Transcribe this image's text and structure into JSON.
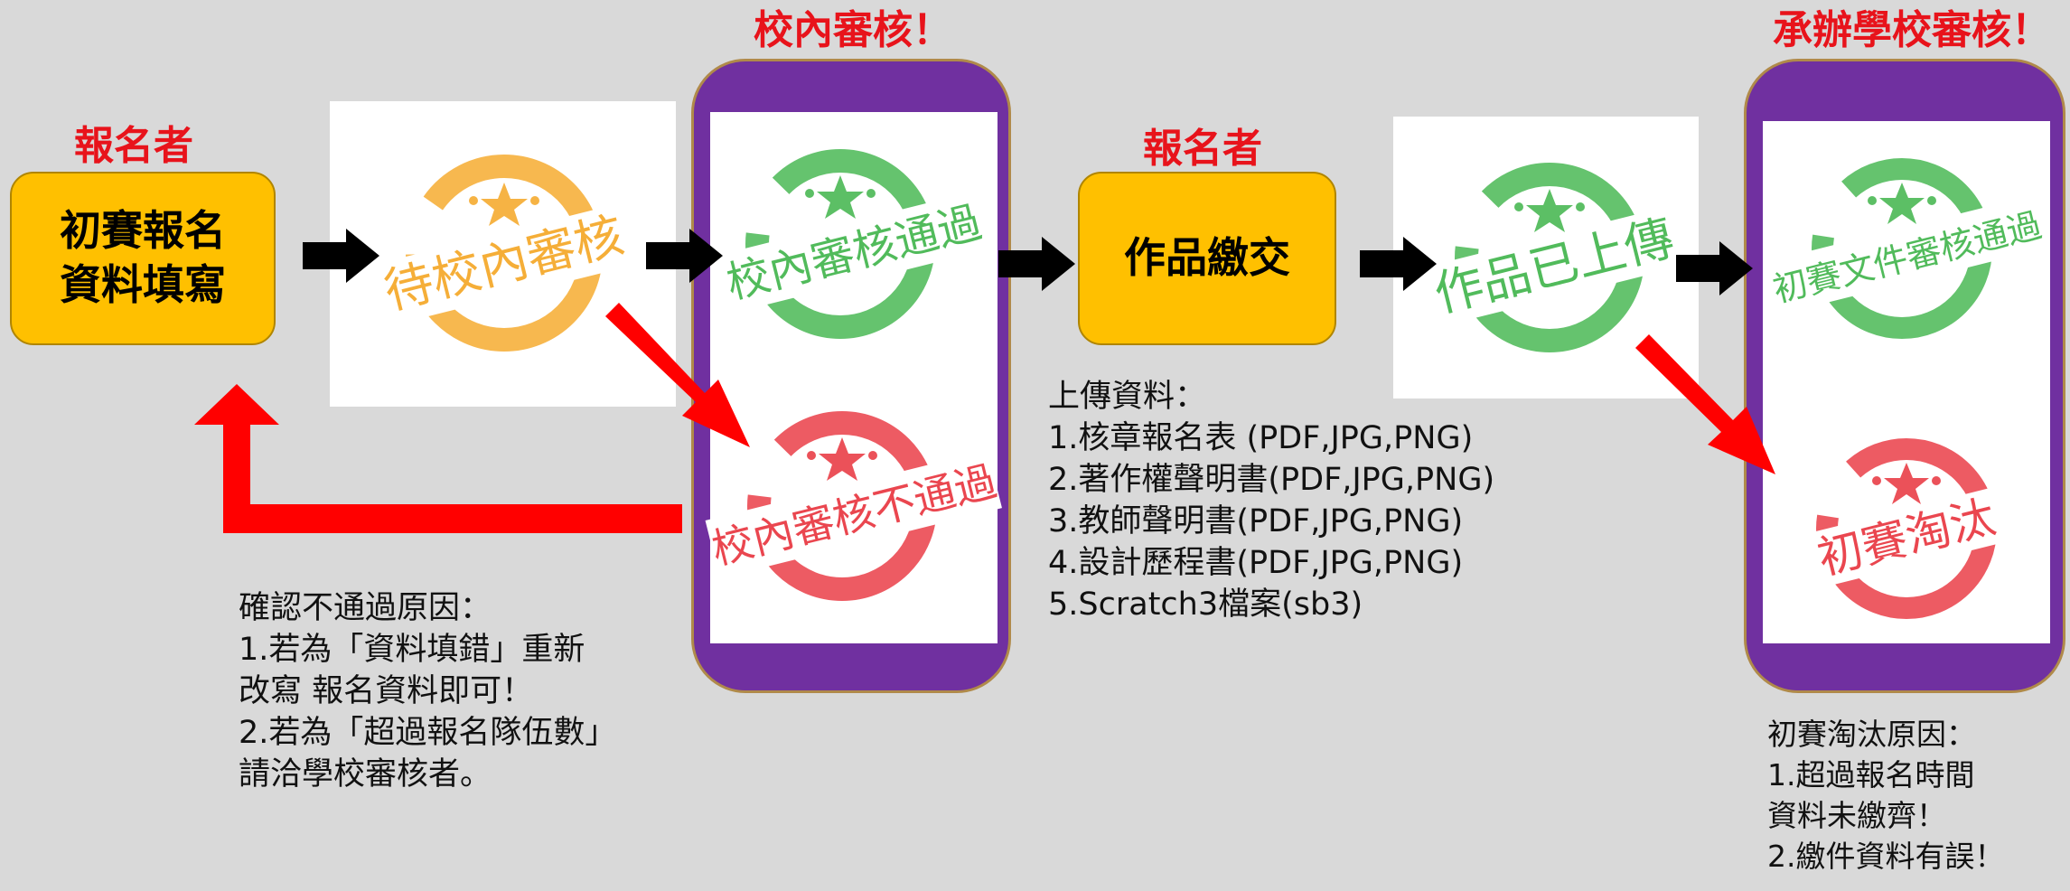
{
  "labels": {
    "registrant_1": "報名者",
    "school_review": "校內審核！",
    "registrant_2": "報名者",
    "host_review": "承辦學校審核！"
  },
  "boxes": {
    "prelim_registration": [
      "初賽報名",
      "資料填寫"
    ],
    "work_submission": "作品繳交"
  },
  "stamps": {
    "pending_school_review": "待校內審核",
    "school_review_passed": "校內審核通過",
    "school_review_failed": "校內審核不通過",
    "work_uploaded": "作品已上傳",
    "prelim_docs_passed": "初賽文件審核通過",
    "prelim_eliminated": "初賽淘汰"
  },
  "notes": {
    "fail_reasons": [
      "確認不通過原因：",
      "1.若為「資料填錯」重新",
      "改寫 報名資料即可！",
      "2.若為「超過報名隊伍數」",
      "請洽學校審核者。"
    ],
    "upload_items": [
      "上傳資料：",
      "1.核章報名表 (PDF,JPG,PNG)",
      "2.著作權聲明書(PDF,JPG,PNG)",
      "3.教師聲明書(PDF,JPG,PNG)",
      "4.設計歷程書(PDF,JPG,PNG)",
      "5.Scratch3檔案(sb3)"
    ],
    "elimination_reasons": [
      "初賽淘汰原因：",
      "1.超過報名時間",
      "資料未繳齊！",
      "2.繳件資料有誤！"
    ]
  },
  "colors": {
    "background": "#d9d9d9",
    "yellow_box": "#ffc000",
    "phone_purple": "#7030a0",
    "label_red": "#e8131b",
    "stamp_orange": "#f5a623",
    "stamp_green": "#3fb44a",
    "stamp_red": "#e8323c",
    "arrow_black": "#000000",
    "arrow_red": "#ff0000"
  }
}
